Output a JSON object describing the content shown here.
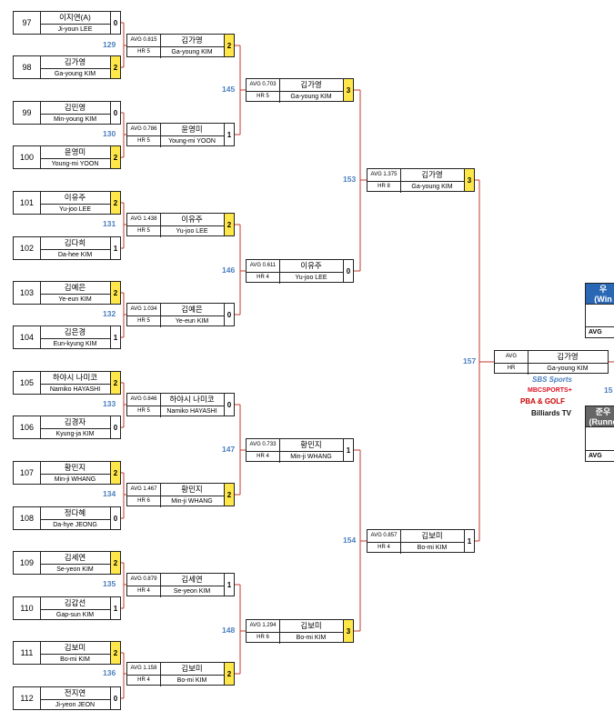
{
  "round1": [
    {
      "seed": "97",
      "name_kr": "이지연(A)",
      "name_en": "Ji-youn LEE",
      "score": "0",
      "win": false
    },
    {
      "seed": "98",
      "name_kr": "김가영",
      "name_en": "Ga-young KIM",
      "score": "2",
      "win": true
    },
    {
      "seed": "99",
      "name_kr": "김민영",
      "name_en": "Min-young KIM",
      "score": "0",
      "win": false
    },
    {
      "seed": "100",
      "name_kr": "윤영미",
      "name_en": "Young-mi YOON",
      "score": "2",
      "win": true
    },
    {
      "seed": "101",
      "name_kr": "이유주",
      "name_en": "Yu-joo LEE",
      "score": "2",
      "win": true
    },
    {
      "seed": "102",
      "name_kr": "김다희",
      "name_en": "Da-hee KIM",
      "score": "1",
      "win": false
    },
    {
      "seed": "103",
      "name_kr": "김예은",
      "name_en": "Ye-eun KIM",
      "score": "2",
      "win": true
    },
    {
      "seed": "104",
      "name_kr": "김은경",
      "name_en": "Eun-kyung KIM",
      "score": "1",
      "win": false
    },
    {
      "seed": "105",
      "name_kr": "하야시 나미코",
      "name_en": "Namiko HAYASHI",
      "score": "2",
      "win": true
    },
    {
      "seed": "106",
      "name_kr": "김경자",
      "name_en": "Kyung-ja KIM",
      "score": "0",
      "win": false
    },
    {
      "seed": "107",
      "name_kr": "황민지",
      "name_en": "Min-ji WHANG",
      "score": "2",
      "win": true
    },
    {
      "seed": "108",
      "name_kr": "정다혜",
      "name_en": "Da-hye JEONG",
      "score": "0",
      "win": false
    },
    {
      "seed": "109",
      "name_kr": "김세연",
      "name_en": "Se-yeon KIM",
      "score": "2",
      "win": true
    },
    {
      "seed": "110",
      "name_kr": "김갑선",
      "name_en": "Gap-sun KIM",
      "score": "1",
      "win": false
    },
    {
      "seed": "111",
      "name_kr": "김보미",
      "name_en": "Bo-mi KIM",
      "score": "2",
      "win": true
    },
    {
      "seed": "112",
      "name_kr": "전지연",
      "name_en": "Ji-yeon JEON",
      "score": "0",
      "win": false
    }
  ],
  "round2": [
    {
      "match": "129",
      "avg": "AVG 0.815",
      "hr": "HR 5",
      "name_kr": "김가영",
      "name_en": "Ga-young KIM",
      "score": "2",
      "win": true
    },
    {
      "match": "130",
      "avg": "AVG 0.786",
      "hr": "HR 5",
      "name_kr": "윤영미",
      "name_en": "Young-mi YOON",
      "score": "1",
      "win": false
    },
    {
      "match": "131",
      "avg": "AVG 1.438",
      "hr": "HR 5",
      "name_kr": "이유주",
      "name_en": "Yu-joo LEE",
      "score": "2",
      "win": true
    },
    {
      "match": "132",
      "avg": "AVG 1.034",
      "hr": "HR 5",
      "name_kr": "김예은",
      "name_en": "Ye-eun KIM",
      "score": "0",
      "win": false
    },
    {
      "match": "133",
      "avg": "AVG 0.846",
      "hr": "HR 5",
      "name_kr": "하야시 나미코",
      "name_en": "Namiko HAYASHI",
      "score": "0",
      "win": false
    },
    {
      "match": "134",
      "avg": "AVG 1.467",
      "hr": "HR 6",
      "name_kr": "황민지",
      "name_en": "Min-ji WHANG",
      "score": "2",
      "win": true
    },
    {
      "match": "135",
      "avg": "AVG 0.879",
      "hr": "HR 4",
      "name_kr": "김세연",
      "name_en": "Se-yeon KIM",
      "score": "1",
      "win": false
    },
    {
      "match": "136",
      "avg": "AVG 1.158",
      "hr": "HR 4",
      "name_kr": "김보미",
      "name_en": "Bo-mi KIM",
      "score": "2",
      "win": true
    }
  ],
  "round3": [
    {
      "match": "145",
      "avg": "AVG 0.703",
      "hr": "HR 5",
      "name_kr": "김가영",
      "name_en": "Ga-young KIM",
      "score": "3",
      "win": true
    },
    {
      "match": "146",
      "avg": "AVG 0.611",
      "hr": "HR 4",
      "name_kr": "이유주",
      "name_en": "Yu-joo LEE",
      "score": "0",
      "win": false
    },
    {
      "match": "147",
      "avg": "AVG 0.733",
      "hr": "HR 4",
      "name_kr": "황민지",
      "name_en": "Min-ji WHANG",
      "score": "1",
      "win": false
    },
    {
      "match": "148",
      "avg": "AVG 1.294",
      "hr": "HR 6",
      "name_kr": "김보미",
      "name_en": "Bo-mi KIM",
      "score": "3",
      "win": true
    }
  ],
  "round4": [
    {
      "match": "153",
      "avg": "AVG 1.375",
      "hr": "HR 8",
      "name_kr": "김가영",
      "name_en": "Ga-young KIM",
      "score": "3",
      "win": true
    },
    {
      "match": "154",
      "avg": "AVG 0.857",
      "hr": "HR 4",
      "name_kr": "김보미",
      "name_en": "Bo-mi KIM",
      "score": "1",
      "win": false
    }
  ],
  "round5": {
    "match": "157",
    "avg": "AVG",
    "hr": "HR",
    "name_kr": "김가영",
    "name_en": "Ga-young KIM"
  },
  "side_winner": {
    "header_line1": "우",
    "header_line2": "(Win",
    "avg": "AVG",
    "number": "15"
  },
  "side_runner": {
    "header_line1": "준우",
    "header_line2": "(Runne",
    "avg": "AVG"
  },
  "logos": {
    "sbs": "SBS Sports",
    "mbc": "MBCSPORTS+",
    "pba": "PBA & GOLF",
    "billiards": "Billiards TV"
  },
  "colors": {
    "winner_fill": "#ffe74a",
    "match_number": "#4a7fc0",
    "bracket_line": "#c0392b",
    "winner_header": "#2a67b5"
  }
}
